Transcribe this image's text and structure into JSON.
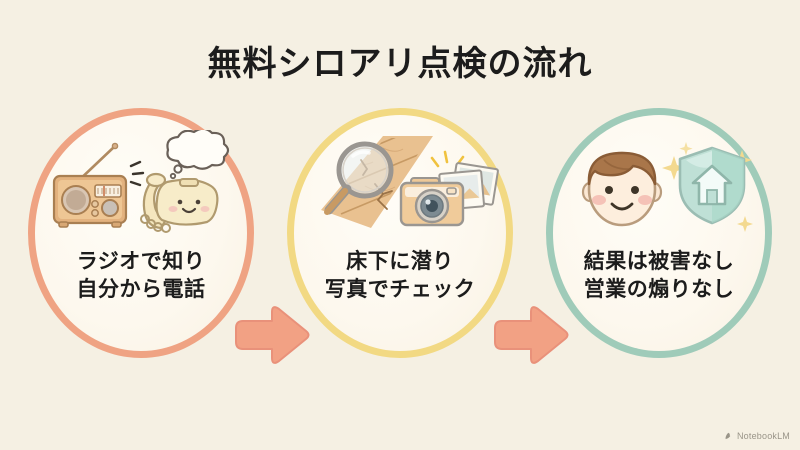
{
  "slide": {
    "title": "無料シロアリ点検の流れ",
    "background_color": "#f5f0e3",
    "title_color": "#1c1c1c"
  },
  "steps": [
    {
      "index": "1",
      "ring_color": "#efa383",
      "caption_line1": "ラジオで知り",
      "caption_line2": "自分から電話",
      "icons": [
        "radio-icon",
        "retro-telephone-icon",
        "speech-bubble-icon",
        "sound-lines-icon"
      ]
    },
    {
      "index": "2",
      "ring_color": "#f2d983",
      "caption_line1": "床下に潜り",
      "caption_line2": "写真でチェック",
      "icons": [
        "magnifying-glass-icon",
        "wood-floor-icon",
        "crack-icon",
        "camera-icon",
        "photo-prints-icon",
        "flash-icon"
      ]
    },
    {
      "index": "3",
      "ring_color": "#9fcbb9",
      "caption_line1": "結果は被害なし",
      "caption_line2": "営業の煽りなし",
      "icons": [
        "smiling-face-icon",
        "house-shield-icon",
        "sparkle-icon"
      ]
    }
  ],
  "arrows": [
    {
      "name": "arrow-step1-to-step2",
      "color": "#f2a184"
    },
    {
      "name": "arrow-step2-to-step3",
      "color": "#f2a184"
    }
  ],
  "watermark": {
    "label": "NotebookLM",
    "icon": "notebooklm-icon",
    "color": "#8a8579"
  }
}
